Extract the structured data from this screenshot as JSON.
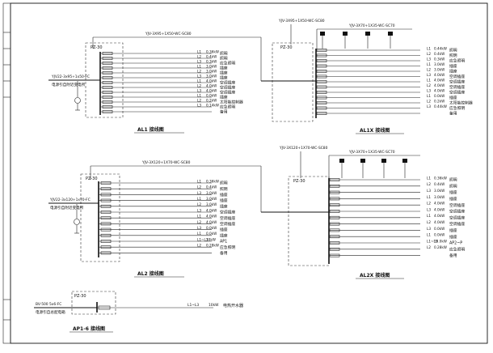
{
  "panels": [
    {
      "id": "al1",
      "caption": "AL1 接线图",
      "cabinet_model": "PZ-30",
      "feeder_cable": "YJV-3X95+1X50-WC-SC80",
      "incoming_cable": "YJV22-3x95+1x50-FC",
      "incoming_note": "电源引自附近变电所",
      "circuits": [
        {
          "phase": "L1",
          "load": "0.36kW",
          "use": "照明"
        },
        {
          "phase": "L2",
          "load": "0.4kW",
          "use": "照明"
        },
        {
          "phase": "L3",
          "load": "0.3kW",
          "use": "应急照明"
        },
        {
          "phase": "L1",
          "load": "3.0kW",
          "use": "插座"
        },
        {
          "phase": "L2",
          "load": "3.0kW",
          "use": "插座"
        },
        {
          "phase": "L3",
          "load": "3.0kW",
          "use": "插座"
        },
        {
          "phase": "L1",
          "load": "4.0kW",
          "use": "空调插座"
        },
        {
          "phase": "L2",
          "load": "4.0kW",
          "use": "空调插座"
        },
        {
          "phase": "L3",
          "load": "4.0kW",
          "use": "空调插座"
        },
        {
          "phase": "L1",
          "load": "0.0kW",
          "use": "插座"
        },
        {
          "phase": "L2",
          "load": "0.2kW",
          "use": "太阳能控制器"
        },
        {
          "phase": "L3",
          "load": "0.14kW",
          "use": "应急照明"
        },
        {
          "phase": "",
          "load": "",
          "use": "备用"
        }
      ]
    },
    {
      "id": "al1x",
      "caption": "AL1X 接线图",
      "cabinet_model": "PZ-30",
      "feeder_cable": "YJV-3X95+1X50-WC-SC80",
      "branch_cable": "YJV-3X70+1X35-WC-SC70",
      "circuits": [
        {
          "phase": "L1",
          "load": "0.44kW",
          "use": "照明"
        },
        {
          "phase": "L2",
          "load": "0.4kW",
          "use": "照明"
        },
        {
          "phase": "L3",
          "load": "0.3kW",
          "use": "应急照明"
        },
        {
          "phase": "L1",
          "load": "3.0kW",
          "use": "插座"
        },
        {
          "phase": "L2",
          "load": "3.0kW",
          "use": "插座"
        },
        {
          "phase": "L3",
          "load": "4.0kW",
          "use": "空调插座"
        },
        {
          "phase": "L1",
          "load": "4.0kW",
          "use": "空调插座"
        },
        {
          "phase": "L2",
          "load": "4.0kW",
          "use": "空调插座"
        },
        {
          "phase": "L3",
          "load": "4.0kW",
          "use": "空调插座"
        },
        {
          "phase": "L1",
          "load": "0.0kW",
          "use": "插座"
        },
        {
          "phase": "L2",
          "load": "0.2kW",
          "use": "太阳能控制器"
        },
        {
          "phase": "L3",
          "load": "0.44kW",
          "use": "应急照明"
        },
        {
          "phase": "",
          "load": "",
          "use": "备用"
        }
      ]
    },
    {
      "id": "al2",
      "caption": "AL2 接线图",
      "cabinet_model": "PZ-30",
      "feeder_cable": "YJV-3X120+1X70-WC-SC80",
      "incoming_cable": "YJV22-3x120+1x70-FC",
      "incoming_note": "电源引自附近变电所",
      "circuits": [
        {
          "phase": "L1",
          "load": "0.36kW",
          "use": "照明"
        },
        {
          "phase": "L2",
          "load": "0.4kW",
          "use": "照明"
        },
        {
          "phase": "L3",
          "load": "3.0kW",
          "use": "插座"
        },
        {
          "phase": "L1",
          "load": "3.0kW",
          "use": "插座"
        },
        {
          "phase": "L2",
          "load": "3.0kW",
          "use": "插座"
        },
        {
          "phase": "L3",
          "load": "4.0kW",
          "use": "空调插座"
        },
        {
          "phase": "L1",
          "load": "4.0kW",
          "use": "空调插座"
        },
        {
          "phase": "L2",
          "load": "4.0kW",
          "use": "空调插座"
        },
        {
          "phase": "L3",
          "load": "0.0kW",
          "use": "插座"
        },
        {
          "phase": "L1",
          "load": "0.0kW",
          "use": "插座"
        },
        {
          "phase": "L1~L3",
          "load": "10kW",
          "use": "AP1"
        },
        {
          "phase": "L2",
          "load": "0.28kW",
          "use": "应急照明"
        },
        {
          "phase": "",
          "load": "",
          "use": "备用"
        }
      ]
    },
    {
      "id": "al2x",
      "caption": "AL2X 接线图",
      "cabinet_model": "PZ-30",
      "feeder_cable": "YJV-3X120+1X70-WC-SC80",
      "branch_cable": "YJV-3X70+1X35-WC-SC70",
      "circuits": [
        {
          "phase": "L1",
          "load": "0.36kW",
          "use": "照明"
        },
        {
          "phase": "L2",
          "load": "0.4kW",
          "use": "照明"
        },
        {
          "phase": "L3",
          "load": "3.0kW",
          "use": "插座"
        },
        {
          "phase": "L1",
          "load": "3.0kW",
          "use": "插座"
        },
        {
          "phase": "L2",
          "load": "4.0kW",
          "use": "空调插座"
        },
        {
          "phase": "L3",
          "load": "4.0kW",
          "use": "空调插座"
        },
        {
          "phase": "L1",
          "load": "4.0kW",
          "use": "空调插座"
        },
        {
          "phase": "L2",
          "load": "4.0kW",
          "use": "空调插座"
        },
        {
          "phase": "L3",
          "load": "0.0kW",
          "use": "插座"
        },
        {
          "phase": "L1",
          "load": "0.0kW",
          "use": "插座"
        },
        {
          "phase": "L1~L3",
          "load": "10.0kW",
          "use": "AP2~P"
        },
        {
          "phase": "L2",
          "load": "0.28kW",
          "use": "应急照明"
        },
        {
          "phase": "",
          "load": "",
          "use": "备用"
        }
      ]
    }
  ],
  "ap1": {
    "caption": "AP1-6 接线图",
    "cabinet_model": "PZ-30",
    "incoming_cable": "BV-500 5x6-FC",
    "incoming_note": "电源引自总配电箱",
    "phase": "L1~L3",
    "load": "10kW",
    "use": "电热开水器"
  }
}
